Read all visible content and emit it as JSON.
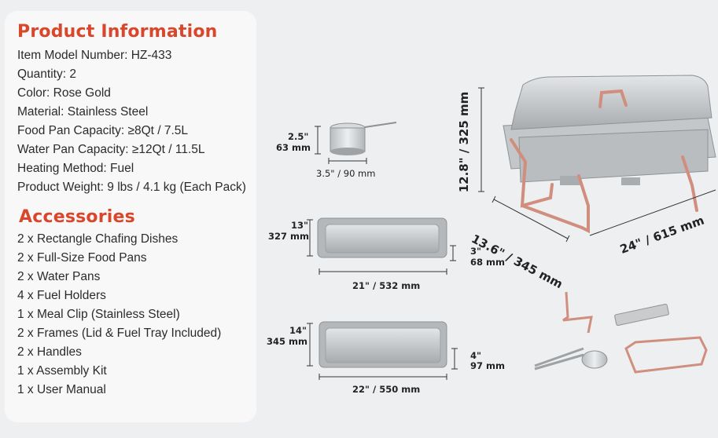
{
  "product_info": {
    "heading": "Product Information",
    "lines": [
      "Item Model Number: HZ-433",
      "Quantity: 2",
      "Color: Rose Gold",
      "Material: Stainless Steel",
      "Food Pan Capacity: ≥8Qt / 7.5L",
      "Water Pan Capacity: ≥12Qt / 11.5L",
      "Heating Method: Fuel",
      "Product Weight: 9 lbs / 4.1 kg (Each Pack)"
    ]
  },
  "accessories": {
    "heading": "Accessories",
    "lines": [
      "2 x Rectangle Chafing Dishes",
      "2 x Full-Size Food Pans",
      "2 x Water Pans",
      "4 x Fuel Holders",
      "1 x Meal Clip (Stainless Steel)",
      "2 x Frames (Lid & Fuel Tray Included)",
      "2 x Handles",
      "1 x Assembly Kit",
      "1 x User Manual"
    ]
  },
  "dimensions": {
    "fuel_holder": {
      "height_in": "2.5\"",
      "height_mm": "63 mm",
      "width": "3.5\" / 90 mm"
    },
    "food_pan": {
      "depth_in": "13\"",
      "depth_mm": "327 mm",
      "height_in": "3\"",
      "height_mm": "68 mm",
      "length": "21\" / 532 mm"
    },
    "water_pan": {
      "depth_in": "14\"",
      "depth_mm": "345 mm",
      "height_in": "4\"",
      "height_mm": "97 mm",
      "length": "22\" / 550 mm"
    },
    "chafer": {
      "height": "12.8\" / 325 mm",
      "depth": "13.6\" / 345 mm",
      "length": "24\" / 615 mm"
    }
  },
  "colors": {
    "heading": "#d9462a",
    "rose_gold": "#d08f7e",
    "steel": "#c9cbcd"
  }
}
